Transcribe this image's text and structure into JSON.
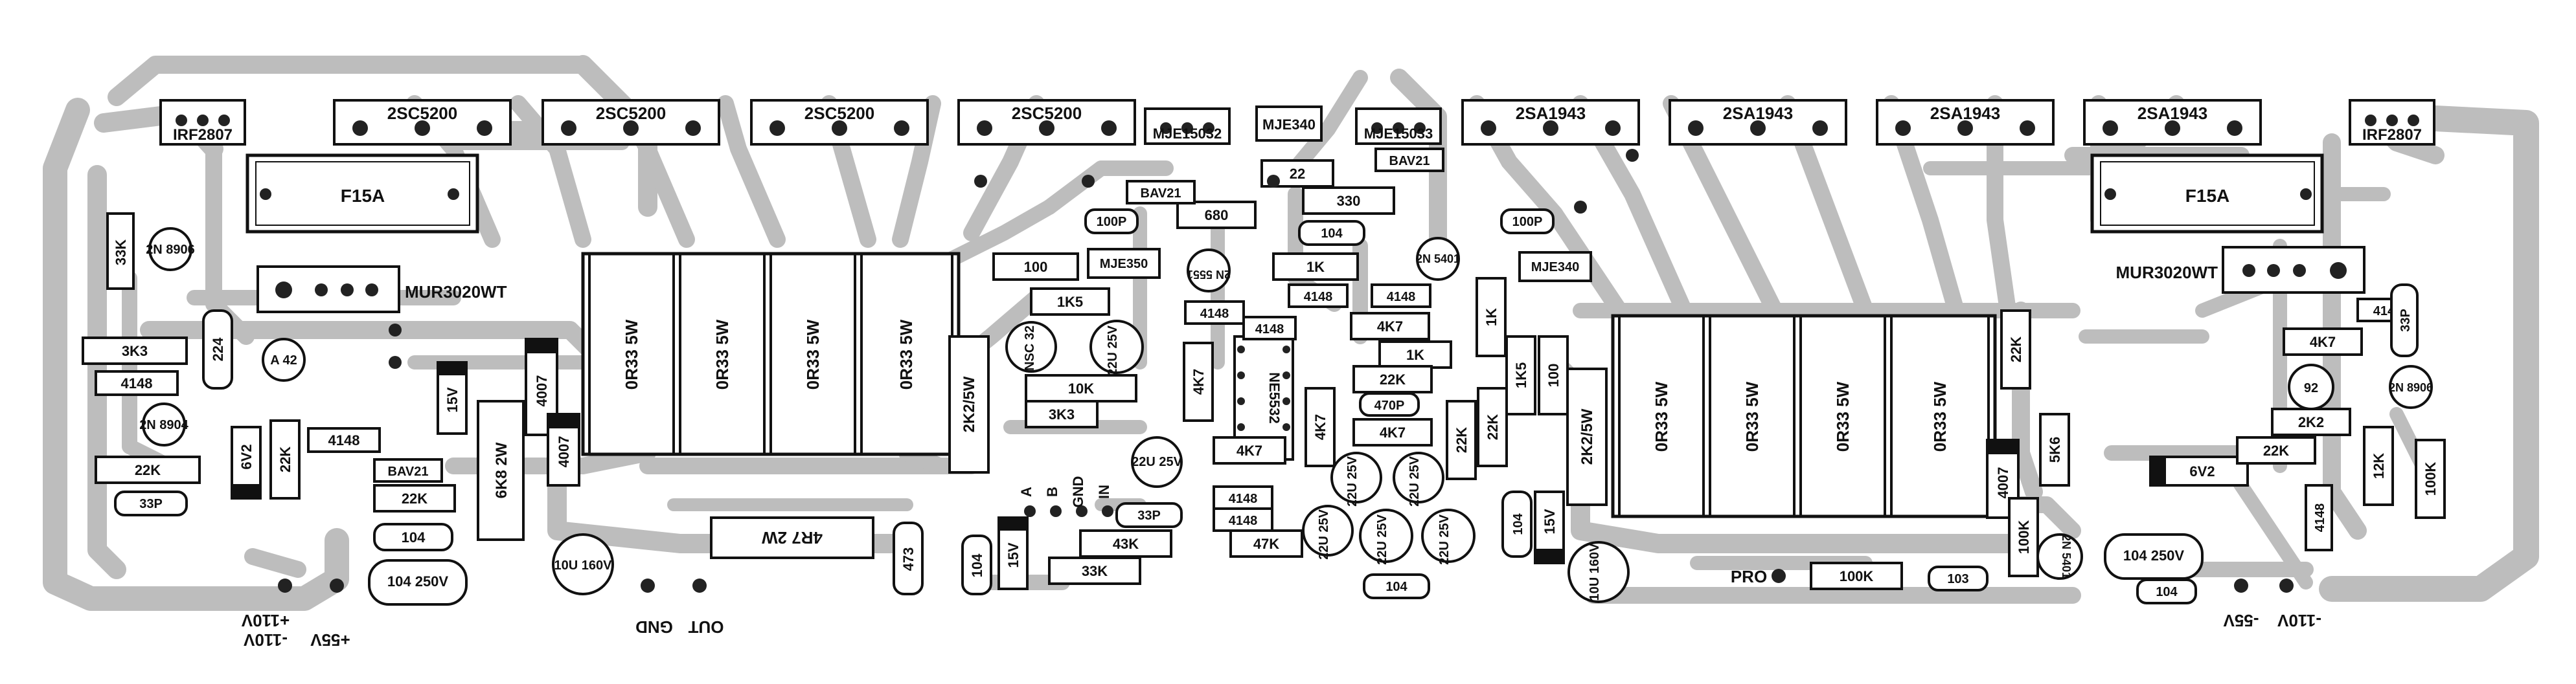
{
  "colors": {
    "background": "#ffffff",
    "trace": "#bdbdbd",
    "ink": "#111111",
    "pad": "#222222"
  },
  "components": {
    "transistors_npn": [
      "2SC5200",
      "2SC5200",
      "2SC5200",
      "2SC5200"
    ],
    "transistors_pnp": [
      "2SA1943",
      "2SA1943",
      "2SA1943",
      "2SA1943"
    ],
    "mosfet_left": "IRF2807",
    "mosfet_right": "IRF2807",
    "mje15032": "MJE15032",
    "mje15033": "MJE15033",
    "mje340_top": "MJE340",
    "mje340_right": "MJE340",
    "mje350": "MJE350",
    "fuse_left": "F15A",
    "fuse_right": "F15A",
    "diode_left": "MUR3020WT",
    "diode_right": "MUR3020WT",
    "emitter_resistors": [
      "0R33 5W",
      "0R33 5W",
      "0R33 5W",
      "0R33 5W",
      "0R33 5W",
      "0R33 5W",
      "0R33 5W",
      "0R33 5W"
    ],
    "r_2k2_5w_left": "2K2/5W",
    "r_2k2_5w_right": "2K2/5W",
    "r_6k8_2w": "6K8 2W",
    "r_4r7_2w": "4R7 2W",
    "opamp": "NE5532",
    "caps_electrolytic": [
      "10U 160V",
      "10U 160V",
      "22U 25V",
      "22U 25V",
      "22U 25V",
      "22U 25V",
      "22U 25V",
      "22U 25V"
    ],
    "caps_film": [
      "104 250V",
      "104 250V"
    ],
    "small_parts": {
      "r33k": "33K",
      "r3k3_l": "3K3",
      "d4148_a": "4148",
      "q2n8906": "2N 8906",
      "q2n8904": "2N 8904",
      "c224": "224",
      "qa42": "A 42",
      "r22k_a": "22K",
      "c33p_a": "33P",
      "z6v2_l": "6V2",
      "r22k_b": "22K",
      "d4148_b": "4148",
      "dbav21_l": "BAV21",
      "r22k_c": "22K",
      "c104_l": "104",
      "z15v_l": "15V",
      "d4007_a": "4007",
      "d4007_b": "4007",
      "c473": "473",
      "c104_m": "104",
      "z15v_m": "15V",
      "r22": "22",
      "r330": "330",
      "r680": "680",
      "dbav21_a": "BAV21",
      "dbav21_b": "BAV21",
      "c100p_a": "100P",
      "c100p_b": "100P",
      "c104_t": "104",
      "r100": "100",
      "r1k5_a": "1K5",
      "r1k_a": "1K",
      "q2n5551": "2N 5551",
      "q2n5401": "2N 5401",
      "ic32": "NSC 32",
      "r10k": "10K",
      "r3k3_m": "3K3",
      "d4148_c": "4148",
      "d4148_d": "4148",
      "d4148_e": "4148",
      "d4148_f": "4148",
      "r4k7_a": "4K7",
      "r4k7_b": "4K7",
      "r4k7_c": "4K7",
      "r4k7_d": "4K7",
      "r4k7_e": "4K7",
      "r1k_b": "1K",
      "r22k_d": "22K",
      "c470p": "470P",
      "r22k_e": "22K",
      "r22k_f": "22K",
      "r1k_c": "1K",
      "r1k5_b": "1K5",
      "r100_b": "100",
      "c33p_m": "33P",
      "r43k": "43K",
      "r33k_b": "33K",
      "r47k": "47K",
      "c104_b": "104",
      "c104_r1": "104",
      "z15v_r": "15V",
      "r22k_r": "22K",
      "d4007_r": "4007",
      "r100k_a": "100K",
      "q2n5401_r": "2N 5401",
      "r5k6": "5K6",
      "c103": "103",
      "r100k_b": "100K",
      "c104_r2": "104",
      "z6v2_r": "6V2",
      "r22k_r2": "22K",
      "r2k2": "2K2",
      "q92": "92",
      "r4k7_r": "4K7",
      "d4148_r": "4148",
      "q2n8906_r": "2N 8906",
      "c33p_r": "33P",
      "r12k": "12K",
      "r100k_r": "100K",
      "d4148_r2": "4148"
    }
  },
  "connectors": {
    "left": [
      "-110V",
      "+55V",
      "+110V",
      "GND",
      "OUT"
    ],
    "right": [
      "PRO",
      "-55V",
      "-110V"
    ],
    "input": [
      "A",
      "B",
      "GND",
      "IN"
    ]
  }
}
